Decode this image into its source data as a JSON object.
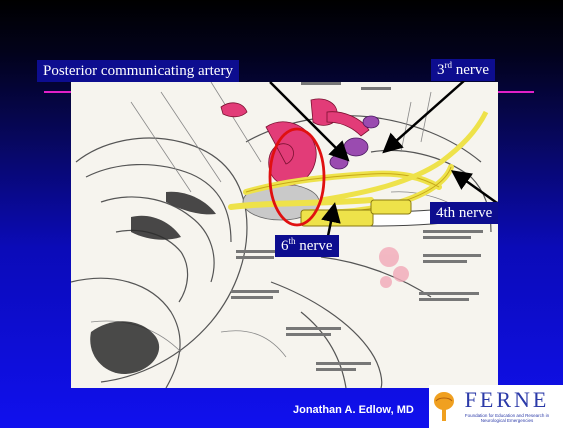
{
  "labels": {
    "pcom": {
      "text": "Posterior communicating artery"
    },
    "third": {
      "prefix": "3",
      "sup": "rd",
      "suffix": " nerve"
    },
    "fourth": {
      "text": "4th nerve"
    },
    "sixth": {
      "prefix": "6",
      "sup": "th",
      "suffix": " nerve"
    }
  },
  "footer": {
    "author": "Jonathan A. Edlow, MD",
    "logo_text": "FERNE",
    "logo_subtext": "Foundation for Education and Research in Neurological Emergencies"
  },
  "colors": {
    "background_top": "#000000",
    "background_bottom": "#1010ee",
    "label_box": "#0d0d8f",
    "accent_line": "#e020c8",
    "highlight_ellipse": "#e01010",
    "arrow": "#000000",
    "nerve_yellow": "#eee24a",
    "artery_pink": "#e23c78"
  }
}
